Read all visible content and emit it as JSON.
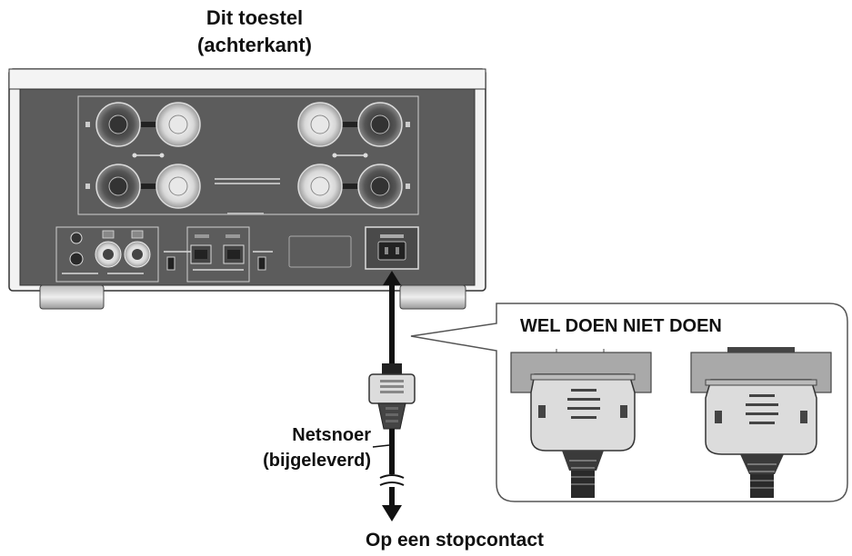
{
  "unit": {
    "title_line1": "Dit toestel",
    "title_line2": "(achterkant)"
  },
  "cord": {
    "label_line1": "Netsnoer",
    "label_line2": "(bijgeleverd)"
  },
  "outlet": {
    "label": "Op een stopcontact"
  },
  "comparison": {
    "label": "WEL DOEN NIET DOEN"
  },
  "colors": {
    "panel": "#5c5c5c",
    "case": "#f2f2f2",
    "outline": "#333333",
    "callout_bg": "#ffffff"
  }
}
